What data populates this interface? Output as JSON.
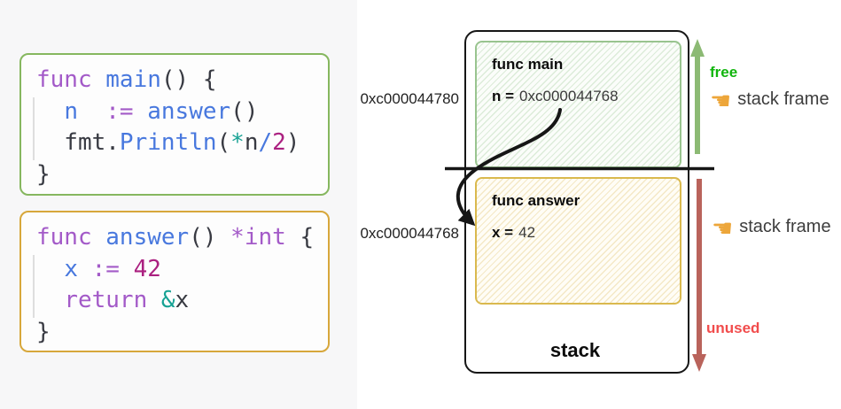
{
  "left_panel": {
    "code_blocks": [
      {
        "id": "main-function",
        "lines": [
          [
            {
              "t": "func ",
              "c": "kw"
            },
            {
              "t": "main",
              "c": "fn"
            },
            {
              "t": "() {",
              "c": "pl"
            }
          ],
          [
            {
              "t": "  ",
              "c": "pl"
            },
            {
              "t": "n",
              "c": "fn"
            },
            {
              "t": "  ",
              "c": "pl"
            },
            {
              "t": ":=",
              "c": "kw"
            },
            {
              "t": " ",
              "c": "pl"
            },
            {
              "t": "answer",
              "c": "fn"
            },
            {
              "t": "()",
              "c": "pl"
            }
          ],
          [
            {
              "t": "  fmt.",
              "c": "pl"
            },
            {
              "t": "Println",
              "c": "fn"
            },
            {
              "t": "(",
              "c": "pl"
            },
            {
              "t": "*",
              "c": "tl"
            },
            {
              "t": "n",
              "c": "pl"
            },
            {
              "t": "/",
              "c": "fn"
            },
            {
              "t": "2",
              "c": "num"
            },
            {
              "t": ")",
              "c": "pl"
            }
          ],
          [
            {
              "t": "}",
              "c": "pl"
            }
          ]
        ]
      },
      {
        "id": "answer-function",
        "lines": [
          [
            {
              "t": "func ",
              "c": "kw"
            },
            {
              "t": "answer",
              "c": "fn"
            },
            {
              "t": "() ",
              "c": "pl"
            },
            {
              "t": "*int",
              "c": "kw"
            },
            {
              "t": " {",
              "c": "pl"
            }
          ],
          [
            {
              "t": "  ",
              "c": "pl"
            },
            {
              "t": "x",
              "c": "fn"
            },
            {
              "t": " ",
              "c": "pl"
            },
            {
              "t": ":=",
              "c": "kw"
            },
            {
              "t": " ",
              "c": "pl"
            },
            {
              "t": "42",
              "c": "num"
            }
          ],
          [
            {
              "t": "  ",
              "c": "pl"
            },
            {
              "t": "return",
              "c": "kw"
            },
            {
              "t": " ",
              "c": "pl"
            },
            {
              "t": "&",
              "c": "tl"
            },
            {
              "t": "x",
              "c": "pl"
            }
          ],
          [
            {
              "t": "}",
              "c": "pl"
            }
          ]
        ]
      }
    ]
  },
  "diagram": {
    "addresses": [
      "0xc000044780",
      "0xc000044768"
    ],
    "frames": [
      {
        "title": "func main",
        "var_label": "n =",
        "var_value": "0xc000044768"
      },
      {
        "title": "func answer",
        "var_label": "x =",
        "var_value": "42"
      }
    ],
    "stack_label": "stack",
    "free_label": "free",
    "unused_label": "unused",
    "stack_frame_label": "stack frame",
    "hand_icon": "☚",
    "colors": {
      "free_text": "#10b50c",
      "unused_text": "#f14c4c",
      "green_arrow": "#8cba74",
      "red_arrow": "#b9635b",
      "green_frame_border": "#99c48f",
      "yellow_frame_border": "#dab94e",
      "code_green_border": "#86b75f",
      "code_yellow_border": "#d7a73b"
    }
  }
}
